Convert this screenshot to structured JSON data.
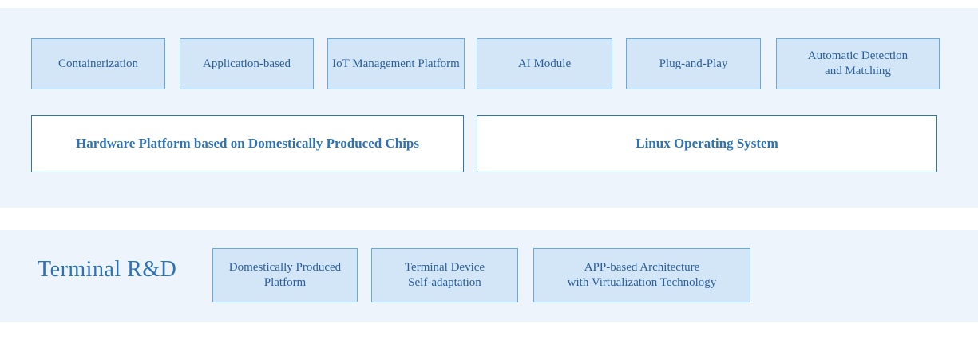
{
  "palette": {
    "panel_bg": "#edf4fb",
    "box_fill": "#d3e6f8",
    "box_border": "#69a9e2",
    "outline_box_border": "#2e75b6",
    "box_text": "#2b5d9f",
    "accent_text": "#2e74b5"
  },
  "top_section": {
    "feature_boxes": [
      {
        "label": "Containerization"
      },
      {
        "label": "Application-based"
      },
      {
        "label": "IoT Management Platform"
      },
      {
        "label": "AI Module"
      },
      {
        "label": "Plug-and-Play"
      },
      {
        "label": "Automatic Detection\nand Matching"
      }
    ],
    "platform_boxes": [
      {
        "label": "Hardware Platform based on Domestically Produced Chips"
      },
      {
        "label": "Linux Operating System"
      }
    ]
  },
  "bottom_section": {
    "title": "Terminal R&D",
    "boxes": [
      {
        "label": "Domestically Produced\nPlatform"
      },
      {
        "label": "Terminal Device\nSelf-adaptation"
      },
      {
        "label": "APP-based Architecture\nwith Virtualization Technology"
      }
    ]
  }
}
